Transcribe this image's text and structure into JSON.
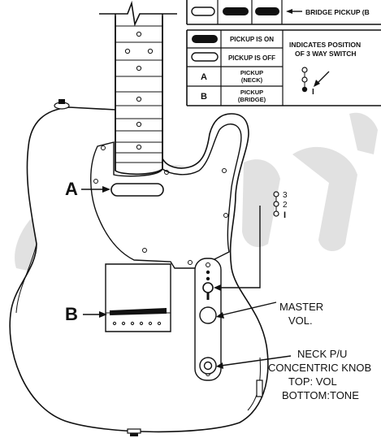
{
  "legend": {
    "bridge_header": "BRIDGE PICKUP (B",
    "pickup_on": "PICKUP IS ON",
    "pickup_off": "PICKUP IS OFF",
    "row_a_key": "A",
    "row_a_line1": "PICKUP",
    "row_a_line2": "(NECK)",
    "row_b_key": "B",
    "row_b_line1": "PICKUP",
    "row_b_line2": "(BRIDGE)",
    "switch_note_line1": "INDICATES POSITION",
    "switch_note_line2": "OF 3 WAY SWITCH",
    "switch_mark": "I"
  },
  "diagram": {
    "pickup_a": "A",
    "pickup_b": "B",
    "switch_pos_3": "3",
    "switch_pos_2": "2",
    "switch_pos_1": "I",
    "master_line1": "MASTER",
    "master_line2": "VOL.",
    "neck_line1": "NECK P/U",
    "neck_line2": "CONCENTRIC KNOB",
    "neck_line3": "TOP: VOL",
    "neck_line4": "BOTTOM:TONE"
  },
  "colors": {
    "ink": "#111111",
    "paper": "#ffffff",
    "watermark": "#d9d9d9"
  }
}
